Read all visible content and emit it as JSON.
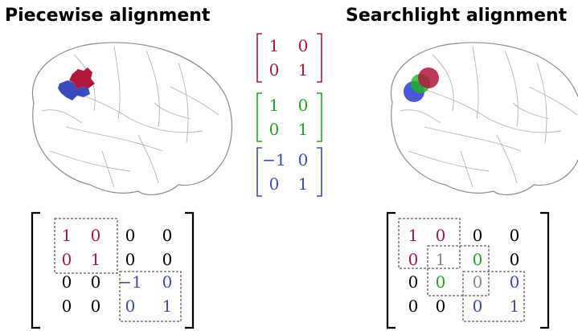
{
  "titles": {
    "left": "Piecewise alignment",
    "right": "Searchlight alignment"
  },
  "colors": {
    "red": "#b0183a",
    "green": "#1faa1f",
    "blue": "#3a4bc0",
    "gray": "#888888",
    "black": "#000000"
  },
  "small_matrices": [
    {
      "color": "red",
      "cells": [
        [
          "1",
          "0"
        ],
        [
          "0",
          "1"
        ]
      ]
    },
    {
      "color": "green",
      "cells": [
        [
          "1",
          "0"
        ],
        [
          "0",
          "1"
        ]
      ]
    },
    {
      "color": "blue",
      "cells": [
        [
          "−1",
          "0"
        ],
        [
          "0",
          "1"
        ]
      ]
    }
  ],
  "piecewise_matrix": [
    [
      {
        "v": "1",
        "c": "red"
      },
      {
        "v": "0",
        "c": "red"
      },
      {
        "v": "0",
        "c": "black"
      },
      {
        "v": "0",
        "c": "black"
      }
    ],
    [
      {
        "v": "0",
        "c": "red"
      },
      {
        "v": "1",
        "c": "red"
      },
      {
        "v": "0",
        "c": "black"
      },
      {
        "v": "0",
        "c": "black"
      }
    ],
    [
      {
        "v": "0",
        "c": "black"
      },
      {
        "v": "0",
        "c": "black"
      },
      {
        "v": "−1",
        "c": "blue"
      },
      {
        "v": "0",
        "c": "blue"
      }
    ],
    [
      {
        "v": "0",
        "c": "black"
      },
      {
        "v": "0",
        "c": "black"
      },
      {
        "v": "0",
        "c": "blue"
      },
      {
        "v": "1",
        "c": "blue"
      }
    ]
  ],
  "searchlight_matrix": [
    [
      {
        "v": "1",
        "c": "red"
      },
      {
        "v": "0",
        "c": "red"
      },
      {
        "v": "0",
        "c": "black"
      },
      {
        "v": "0",
        "c": "black"
      }
    ],
    [
      {
        "v": "0",
        "c": "red"
      },
      {
        "v": "1",
        "c": "gray"
      },
      {
        "v": "0",
        "c": "green"
      },
      {
        "v": "0",
        "c": "black"
      }
    ],
    [
      {
        "v": "0",
        "c": "black"
      },
      {
        "v": "0",
        "c": "green"
      },
      {
        "v": "0",
        "c": "gray"
      },
      {
        "v": "0",
        "c": "blue"
      }
    ],
    [
      {
        "v": "0",
        "c": "black"
      },
      {
        "v": "0",
        "c": "black"
      },
      {
        "v": "0",
        "c": "blue"
      },
      {
        "v": "1",
        "c": "blue"
      }
    ]
  ]
}
